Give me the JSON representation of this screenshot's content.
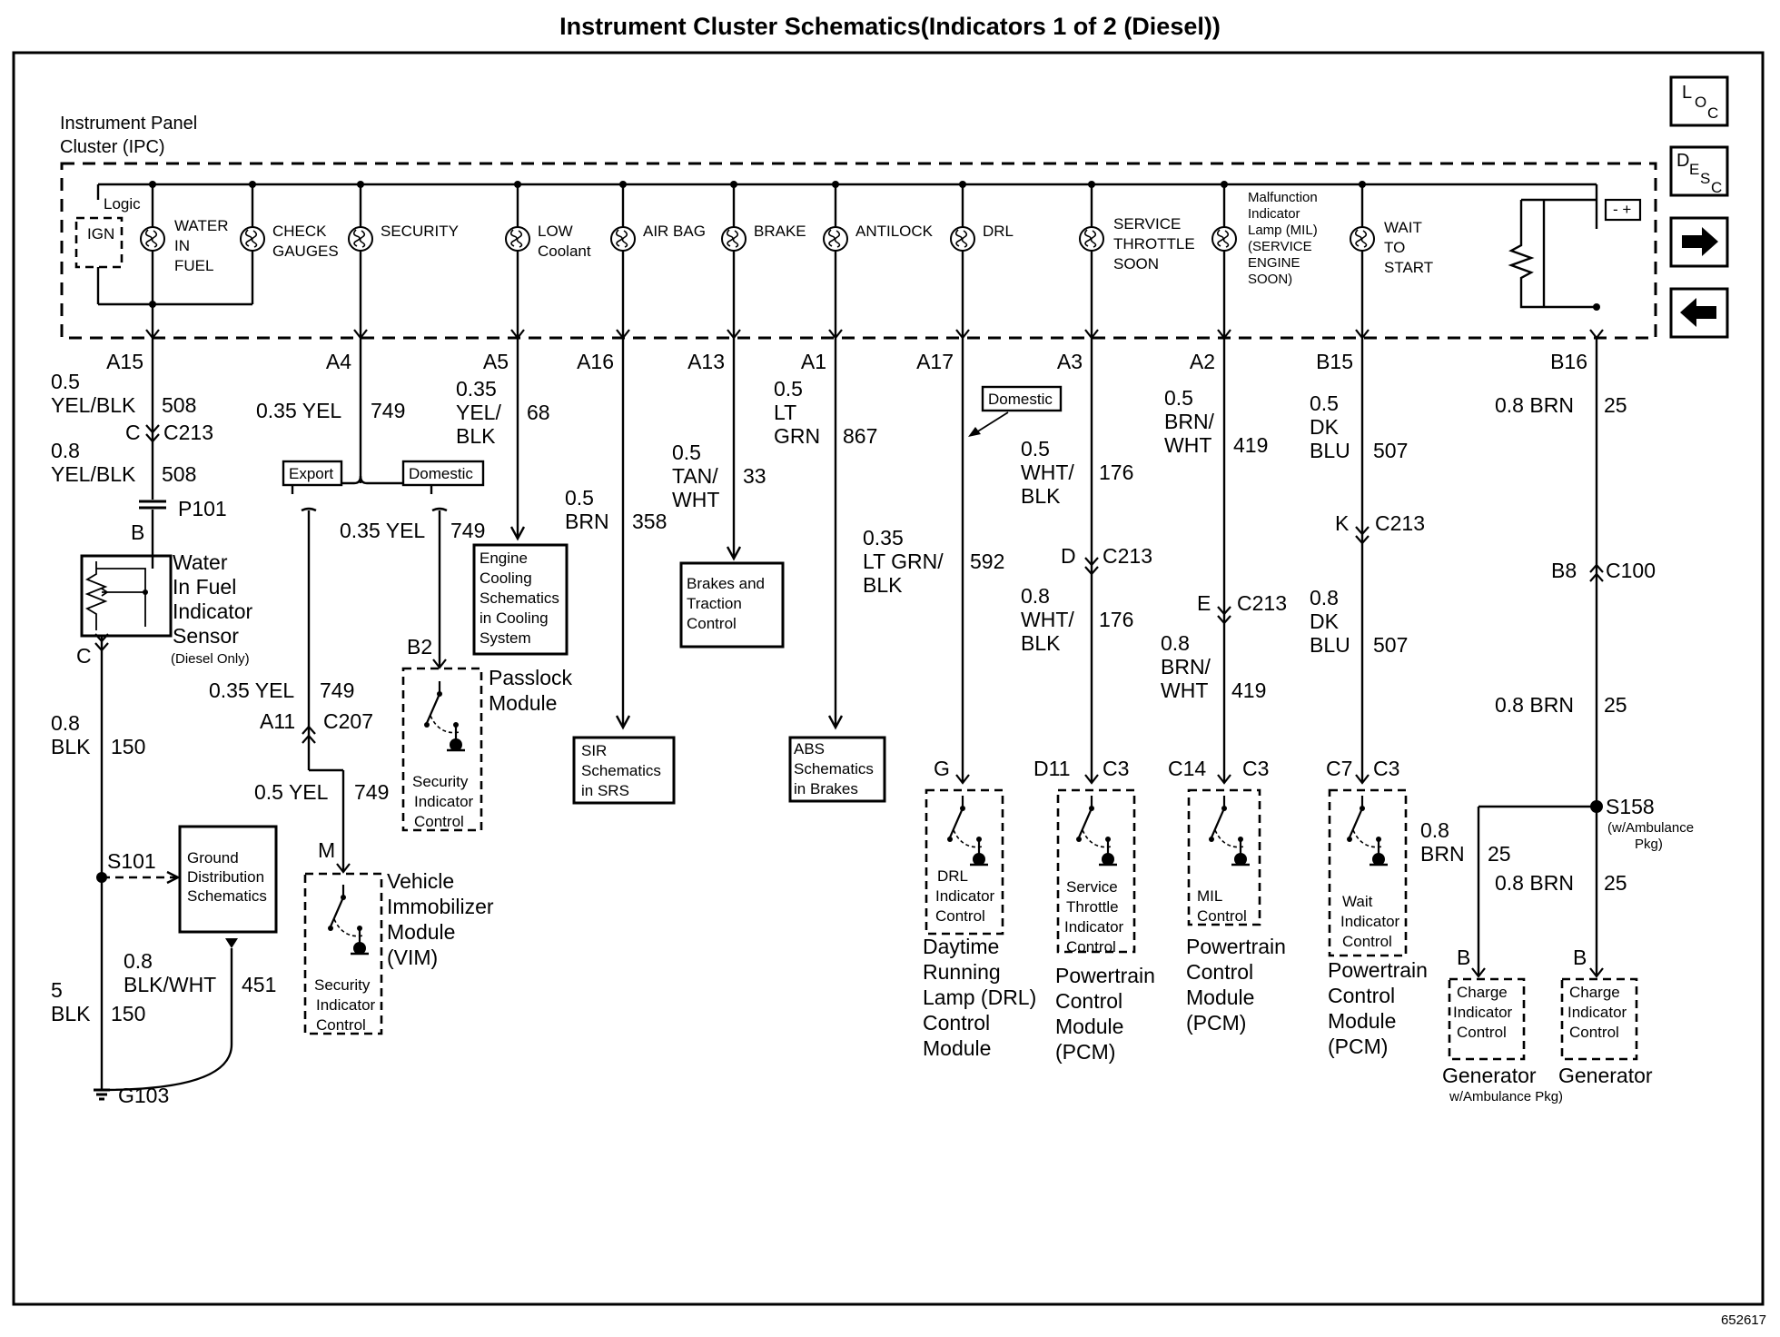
{
  "title": "Instrument Cluster Schematics(Indicators 1 of 2 (Diesel))",
  "doc_number": "652617",
  "nav": {
    "loc": [
      "L",
      "O",
      "C"
    ],
    "desc": [
      "D",
      "E",
      "S",
      "C"
    ],
    "next_icon": "arrow-right-icon",
    "prev_icon": "arrow-left-icon"
  },
  "ipc": {
    "title_lines": [
      "Instrument Panel",
      "Cluster (IPC)"
    ],
    "logic": "Logic",
    "ign": "IGN"
  },
  "indicators": [
    {
      "label_lines": [
        "WATER",
        "IN",
        "FUEL"
      ]
    },
    {
      "label_lines": [
        "CHECK",
        "GAUGES"
      ]
    },
    {
      "label_lines": [
        "SECURITY"
      ]
    },
    {
      "label_lines": [
        "LOW",
        "Coolant"
      ]
    },
    {
      "label_lines": [
        "AIR BAG"
      ]
    },
    {
      "label_lines": [
        "BRAKE"
      ]
    },
    {
      "label_lines": [
        "ANTILOCK"
      ]
    },
    {
      "label_lines": [
        "DRL"
      ]
    },
    {
      "label_lines": [
        "SERVICE",
        "THROTTLE",
        "SOON"
      ]
    },
    {
      "label_lines": [
        "Malfunction",
        "Indicator",
        "Lamp (MIL)",
        "(SERVICE",
        "ENGINE",
        "SOON)"
      ]
    },
    {
      "label_lines": [
        "WAIT",
        "TO",
        "START"
      ]
    }
  ],
  "pins": [
    "A15",
    "A4",
    "A5",
    "A16",
    "A13",
    "A1",
    "A17",
    "A3",
    "A2",
    "B15",
    "B16"
  ],
  "wires": {
    "w508a": [
      "0.5",
      "YEL/BLK",
      "508"
    ],
    "c213a": [
      "C",
      "C213"
    ],
    "w508b": [
      "0.8",
      "YEL/BLK",
      "508"
    ],
    "p101": "P101",
    "pinB": "B",
    "wif_sensor": [
      "Water",
      "In Fuel",
      "Indicator",
      "Sensor"
    ],
    "diesel_only": "(Diesel Only)",
    "pinC": "C",
    "w150a": [
      "0.8",
      "BLK",
      "150"
    ],
    "s101": "S101",
    "gnd_dist": [
      "Ground",
      "Distribution",
      "Schematics"
    ],
    "w451": [
      "0.8",
      "BLK/WHT",
      "451"
    ],
    "w150b": [
      "5",
      "BLK",
      "150"
    ],
    "g103": "G103",
    "w749a": [
      "0.35 YEL",
      "749"
    ],
    "export": "Export",
    "domestic": "Domestic",
    "w749b": [
      "0.35 YEL",
      "749"
    ],
    "b2": "B2",
    "passlock": [
      "Passlock",
      "Module"
    ],
    "sec_ctrl": [
      "Security",
      "Indicator",
      "Control"
    ],
    "w749c": [
      "0.35 YEL",
      "749"
    ],
    "c207": [
      "A11",
      "C207"
    ],
    "w749d": [
      "0.5 YEL",
      "749"
    ],
    "m": "M",
    "vim": [
      "Vehicle",
      "Immobilizer",
      "Module",
      "(VIM)"
    ],
    "w68": [
      "0.35",
      "YEL/",
      "BLK",
      "68"
    ],
    "eng_cool": [
      "Engine",
      "Cooling",
      "Schematics",
      "in Cooling",
      "System"
    ],
    "w358": [
      "0.5",
      "BRN",
      "358"
    ],
    "sir": [
      "SIR",
      "Schematics",
      "in SRS"
    ],
    "w33": [
      "0.5",
      "TAN/",
      "WHT",
      "33"
    ],
    "brakes": [
      "Brakes and",
      "Traction",
      "Control"
    ],
    "w867": [
      "0.5",
      "LT",
      "GRN",
      "867"
    ],
    "abs": [
      "ABS",
      "Schematics",
      "in Brakes"
    ],
    "domestic2": "Domestic",
    "w592": [
      "0.35",
      "LT GRN/",
      "BLK",
      "592"
    ],
    "g": "G",
    "drl_ctrl": [
      "DRL",
      "Indicator",
      "Control"
    ],
    "drl_mod": [
      "Daytime",
      "Running",
      "Lamp (DRL)",
      "Control",
      "Module"
    ],
    "w176a": [
      "0.5",
      "WHT/",
      "BLK",
      "176"
    ],
    "c213d": [
      "D",
      "C213"
    ],
    "w176b": [
      "0.8",
      "WHT/",
      "BLK",
      "176"
    ],
    "d11": [
      "D11",
      "C3"
    ],
    "sts_ctrl": [
      "Service",
      "Throttle",
      "Indicator",
      "Control"
    ],
    "pcm1": [
      "Powertrain",
      "Control",
      "Module",
      "(PCM)"
    ],
    "w419a": [
      "0.5",
      "BRN/",
      "WHT",
      "419"
    ],
    "c213e": [
      "E",
      "C213"
    ],
    "w419b": [
      "0.8",
      "BRN/",
      "WHT",
      "419"
    ],
    "c14": [
      "C14",
      "C3"
    ],
    "mil_ctrl": [
      "MIL",
      "Control"
    ],
    "pcm2": [
      "Powertrain",
      "Control",
      "Module",
      "(PCM)"
    ],
    "w507a": [
      "0.5",
      "DK",
      "BLU",
      "507"
    ],
    "c213k": [
      "K",
      "C213"
    ],
    "w507b": [
      "0.8",
      "DK",
      "BLU",
      "507"
    ],
    "c7": [
      "C7",
      "C3"
    ],
    "wait_ctrl": [
      "Wait",
      "Indicator",
      "Control"
    ],
    "pcm3": [
      "Powertrain",
      "Control",
      "Module",
      "(PCM)"
    ],
    "w25a": [
      "0.8 BRN",
      "25"
    ],
    "c100": [
      "B8",
      "C100"
    ],
    "w25b": [
      "0.8 BRN",
      "25"
    ],
    "s158": [
      "S158",
      "(w/Ambulance",
      "Pkg)"
    ],
    "w25c": [
      "0.8",
      "BRN",
      "25"
    ],
    "w25d": [
      "0.8 BRN",
      "25"
    ],
    "gen1_pin": "B",
    "gen2_pin": "B",
    "charge_ctrl1": [
      "Charge",
      "Indicator",
      "Control"
    ],
    "charge_ctrl2": [
      "Charge",
      "Indicator",
      "Control"
    ],
    "gen1": [
      "Generator",
      "w/Ambulance Pkg)"
    ],
    "gen2": "Generator"
  }
}
